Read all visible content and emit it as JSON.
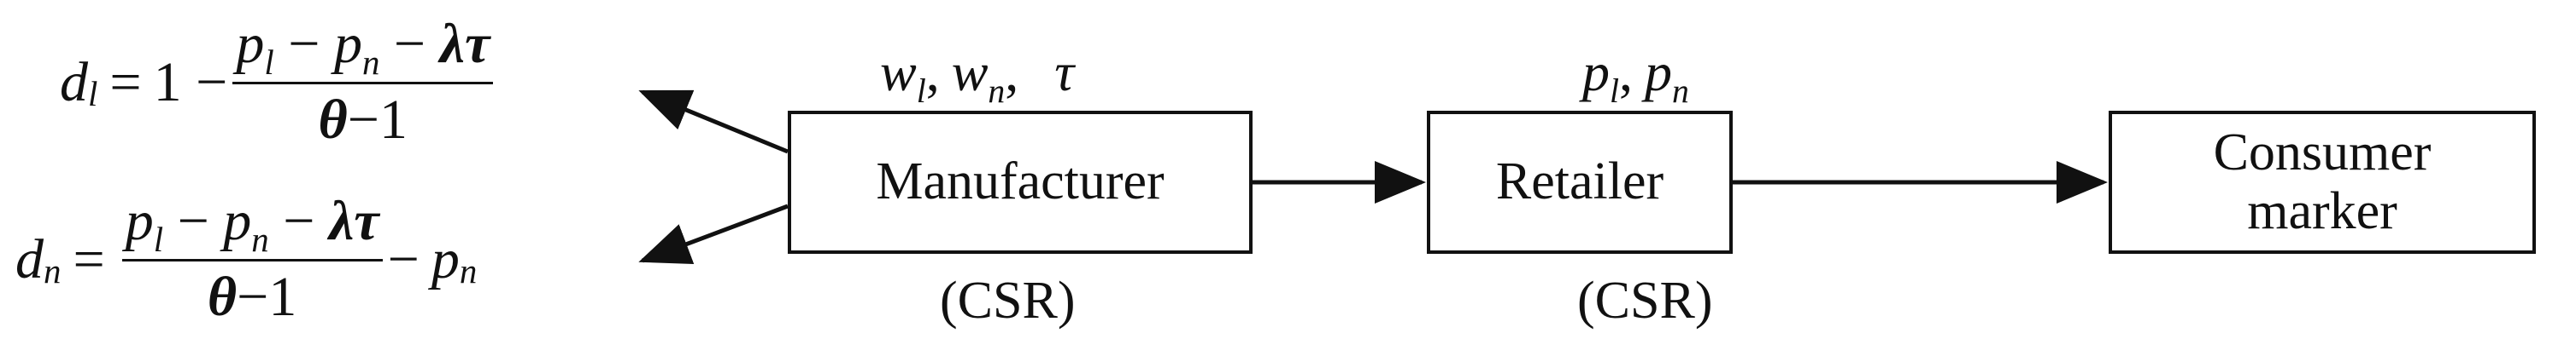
{
  "nodes": {
    "manufacturer": {
      "label": "Manufacturer",
      "note": "(CSR)"
    },
    "retailer": {
      "label": "Retailer",
      "note": "(CSR)"
    },
    "consumer": {
      "line1": "Consumer",
      "line2": "marker"
    }
  },
  "decision_vars": {
    "manufacturer": {
      "w": "w",
      "w_l_sub": "l",
      "w_n_sub": "n",
      "tau": "τ"
    },
    "retailer": {
      "p": "p",
      "p_l_sub": "l",
      "p_n_sub": "n"
    }
  },
  "equations": {
    "d_l": {
      "lhs": "d",
      "lhs_sub": "l",
      "eq": "=",
      "prefix": "1 −",
      "numerator": {
        "p_l": "p",
        "p_l_sub": "l",
        "p_n": "p",
        "p_n_sub": "n",
        "lambda": "λ",
        "tau": "τ"
      },
      "denominator": {
        "theta": "θ",
        "rest": "−1"
      }
    },
    "d_n": {
      "lhs": "d",
      "lhs_sub": "n",
      "eq": "=",
      "numerator": {
        "p_l": "p",
        "p_l_sub": "l",
        "p_n": "p",
        "p_n_sub": "n",
        "lambda": "λ",
        "tau": "τ"
      },
      "denominator": {
        "theta": "θ",
        "rest": "−1"
      },
      "suffix_p": "p",
      "suffix_sub": "n"
    }
  },
  "colors": {
    "stroke": "#111111",
    "background": "#ffffff"
  }
}
